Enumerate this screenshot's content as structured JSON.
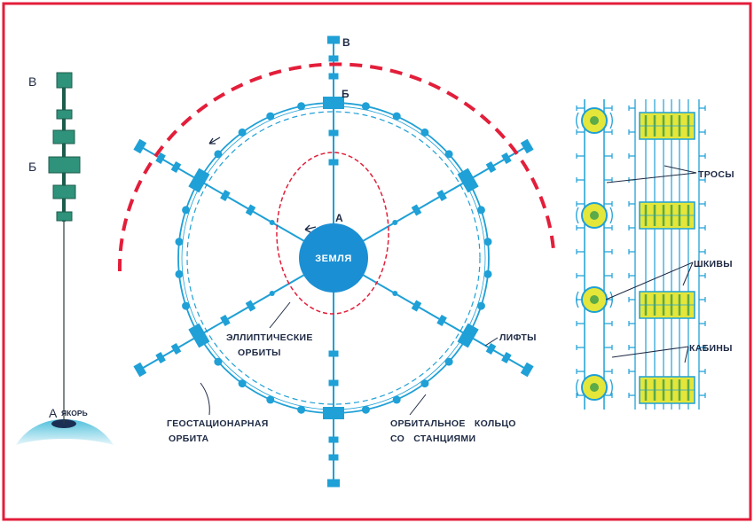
{
  "colors": {
    "frame": "#e31e3a",
    "structure": "#1fa0d6",
    "earth": "#1b8fd3",
    "tower": "#2f927a",
    "tower_edge": "#1d5c4c",
    "pulley": "#e4e63a",
    "pulley_hub": "#5caa48",
    "label": "#1e2a44"
  },
  "tower": {
    "top_label": "В",
    "middle_label": "Б",
    "base_label": "А",
    "anchor_label": "ЯКОРЬ"
  },
  "ring": {
    "top_label": "В",
    "station_label": "Б",
    "surface_label": "А",
    "earth_label": "ЗЕМЛЯ",
    "elliptic_orbits": [
      "ЭЛЛИПТИЧЕСКИЕ",
      "ОРБИТЫ"
    ],
    "lifts": "ЛИФТЫ",
    "geostationary_orbit": [
      "ГЕОСТАЦИОНАРНАЯ",
      "ОРБИТА"
    ],
    "orbital_ring": [
      "ОРБИТАЛЬНОЕ КОЛЬЦО",
      "СО СТАНЦИЯМИ"
    ]
  },
  "mechanism": {
    "cables": "ТРОСЫ",
    "pulleys": "ШКИВЫ",
    "cabins": "КАБИНЫ"
  }
}
